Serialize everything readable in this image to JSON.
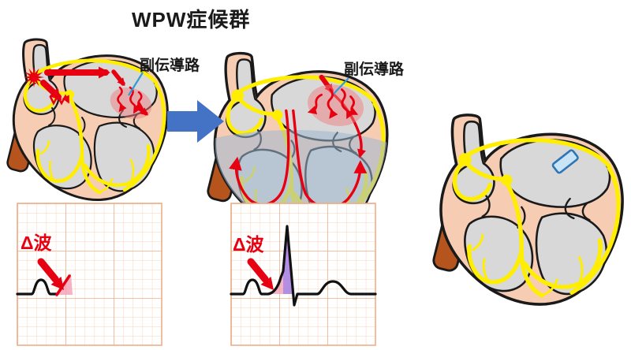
{
  "title": "WPW症候群",
  "labels": {
    "accessory_pathway": "副伝導路",
    "delta_wave": "Δ波"
  },
  "colors": {
    "title_text": "#1a1a1a",
    "delta_label_text": "#e60012",
    "heart_wall": "#f6cdb3",
    "chamber_gray": "#d8d8d8",
    "conduction_yellow": "#ffee00",
    "aorta_brown": "#b5541c",
    "highlight_red": "#e60012",
    "excitation_pink": "#ee7d7d",
    "ventricle_preexcite_blue": "#9fb8d2",
    "transition_arrow_blue": "#4472c4",
    "pointer_line_blue": "#2f9bd8",
    "ablation_clip_fill": "#c9e4f6",
    "ablation_clip_border": "#2e75b6",
    "ecg_grid_minor": "#f7d4ba",
    "ecg_grid_major": "#eeae88",
    "ecg_trace": "#111111",
    "delta_shade_pink": "#f2a0b4",
    "qrs_shade_purple": "#a57ae0"
  }
}
